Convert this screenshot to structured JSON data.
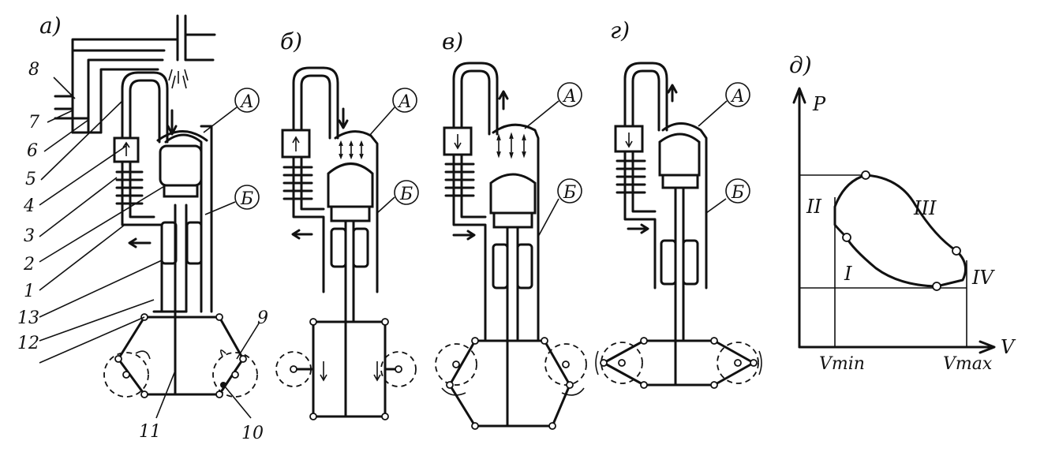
{
  "panels": [
    {
      "id": "a",
      "letter": "а)"
    },
    {
      "id": "b",
      "letter": "б)"
    },
    {
      "id": "v",
      "letter": "в)"
    },
    {
      "id": "g",
      "letter": "г)"
    },
    {
      "id": "d",
      "letter": "д)"
    }
  ],
  "part_numbers": [
    "1",
    "2",
    "3",
    "4",
    "5",
    "6",
    "7",
    "8",
    "9",
    "10",
    "11",
    "12",
    "13"
  ],
  "chamber_labels": {
    "a": "А",
    "b": "Б"
  },
  "pv": {
    "axis_p": "P",
    "axis_v": "V",
    "vmin": "Vmin",
    "vmax": "Vmax",
    "phase_labels": [
      "I",
      "II",
      "III",
      "IV"
    ]
  }
}
